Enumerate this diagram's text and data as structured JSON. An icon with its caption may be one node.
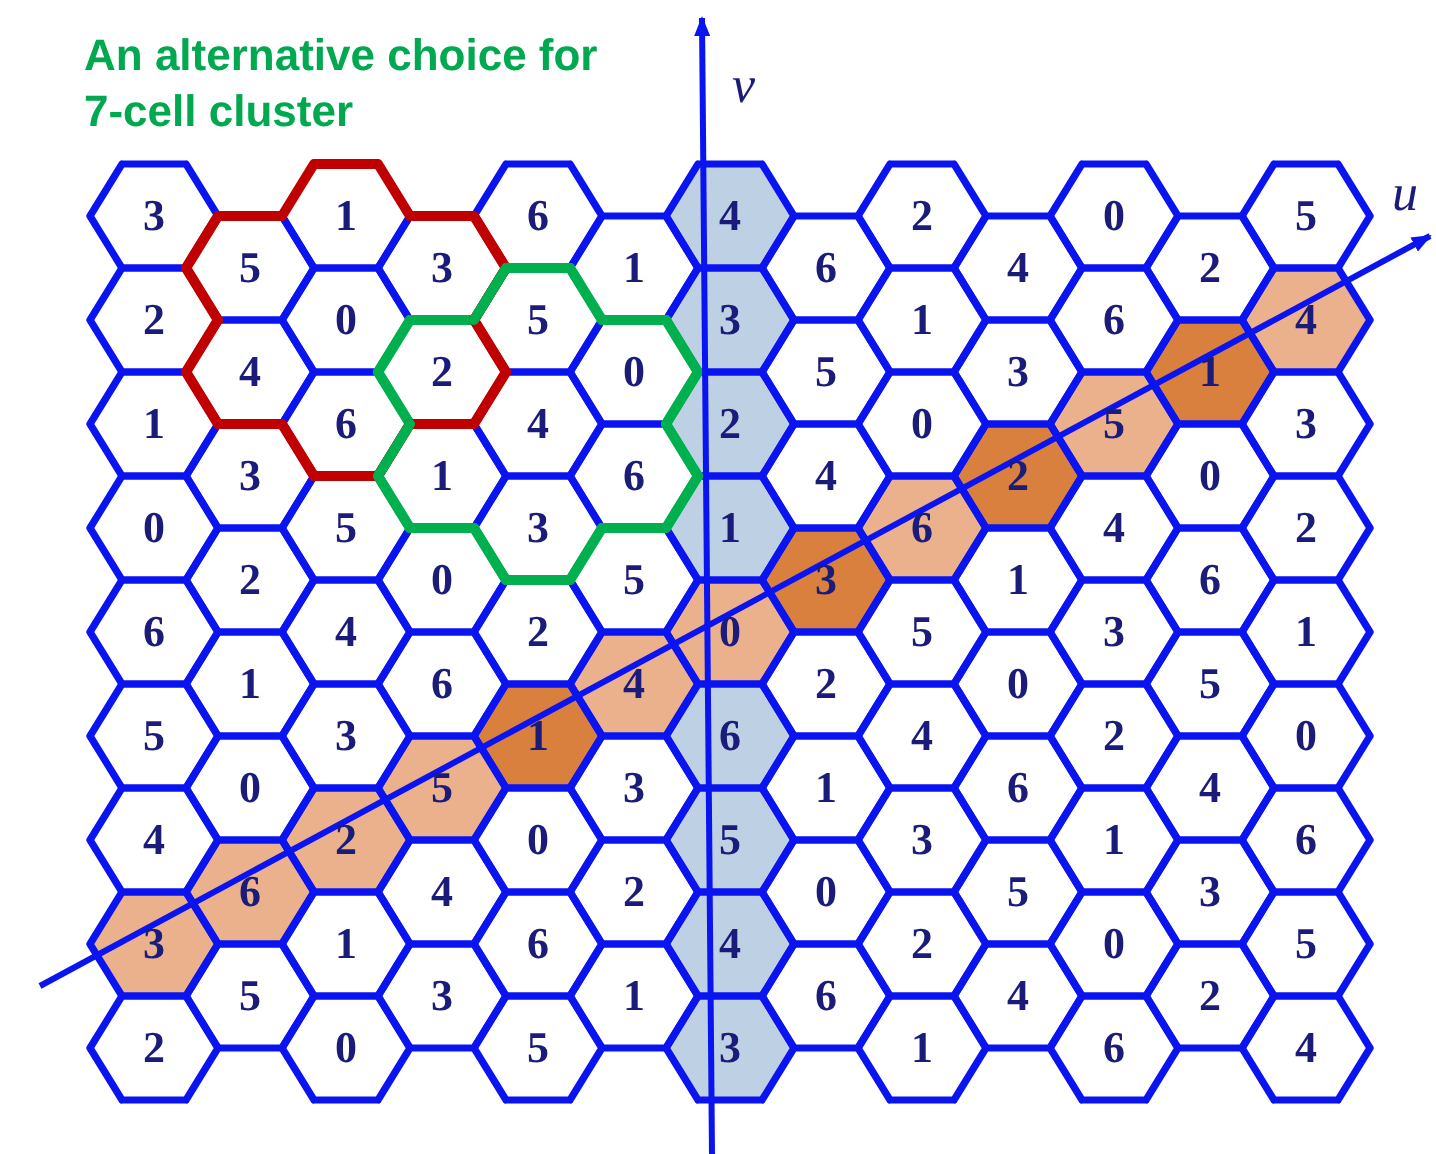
{
  "diagram": {
    "title": "An alternative choice for 7-cell cluster",
    "nodes": [
      {
        "text": [
          "3"
        ]
      },
      {
        "text": [
          "2"
        ]
      },
      {
        "text": [
          "1"
        ]
      },
      {
        "text": [
          "0"
        ]
      },
      {
        "text": [
          "6"
        ]
      },
      {
        "text": [
          "5"
        ]
      },
      {
        "text": [
          "4"
        ]
      },
      {
        "text": [
          "3"
        ]
      },
      {
        "text": [
          "2"
        ]
      },
      {
        "text": [
          "5"
        ]
      },
      {
        "text": [
          "4"
        ]
      },
      {
        "text": [
          "3"
        ]
      },
      {
        "text": [
          "2"
        ]
      },
      {
        "text": [
          "1"
        ]
      },
      {
        "text": [
          "0"
        ]
      },
      {
        "text": [
          "6"
        ]
      },
      {
        "text": [
          "5"
        ]
      },
      {
        "text": [
          "1"
        ]
      },
      {
        "text": [
          "0"
        ]
      },
      {
        "text": [
          "6"
        ]
      },
      {
        "text": [
          "5"
        ]
      },
      {
        "text": [
          "4"
        ]
      },
      {
        "text": [
          "3"
        ]
      },
      {
        "text": [
          "2"
        ]
      },
      {
        "text": [
          "1"
        ]
      },
      {
        "text": [
          "0"
        ]
      },
      {
        "text": [
          "3"
        ]
      },
      {
        "text": [
          "2"
        ]
      },
      {
        "text": [
          "1"
        ]
      },
      {
        "text": [
          "0"
        ]
      },
      {
        "text": [
          "6"
        ]
      },
      {
        "text": [
          "5"
        ]
      },
      {
        "text": [
          "4"
        ]
      },
      {
        "text": [
          "3"
        ]
      },
      {
        "text": [
          "6"
        ]
      },
      {
        "text": [
          "5"
        ]
      },
      {
        "text": [
          "4"
        ]
      },
      {
        "text": [
          "3"
        ]
      },
      {
        "text": [
          "2"
        ]
      },
      {
        "text": [
          "1"
        ]
      },
      {
        "text": [
          "0"
        ]
      },
      {
        "text": [
          "6"
        ]
      },
      {
        "text": [
          "5"
        ]
      },
      {
        "text": [
          "1"
        ]
      },
      {
        "text": [
          "0"
        ]
      },
      {
        "text": [
          "6"
        ]
      },
      {
        "text": [
          "5"
        ]
      },
      {
        "text": [
          "4"
        ]
      },
      {
        "text": [
          "3"
        ]
      },
      {
        "text": [
          "2"
        ]
      },
      {
        "text": [
          "1"
        ]
      },
      {
        "text": [
          "4"
        ]
      },
      {
        "text": [
          "3"
        ]
      },
      {
        "text": [
          "2"
        ]
      },
      {
        "text": [
          "1"
        ]
      },
      {
        "text": [
          "0"
        ]
      },
      {
        "text": [
          "6"
        ]
      },
      {
        "text": [
          "5"
        ]
      },
      {
        "text": [
          "4"
        ]
      },
      {
        "text": [
          "3"
        ]
      },
      {
        "text": [
          "6"
        ]
      },
      {
        "text": [
          "5"
        ]
      },
      {
        "text": [
          "4"
        ]
      },
      {
        "text": [
          "3"
        ]
      },
      {
        "text": [
          "2"
        ]
      },
      {
        "text": [
          "1"
        ]
      },
      {
        "text": [
          "0"
        ]
      },
      {
        "text": [
          "6"
        ]
      },
      {
        "text": [
          "2"
        ]
      },
      {
        "text": [
          "1"
        ]
      },
      {
        "text": [
          "0"
        ]
      },
      {
        "text": [
          "6"
        ]
      },
      {
        "text": [
          "5"
        ]
      },
      {
        "text": [
          "4"
        ]
      },
      {
        "text": [
          "3"
        ]
      },
      {
        "text": [
          "2"
        ]
      },
      {
        "text": [
          "1"
        ]
      },
      {
        "text": [
          "4"
        ]
      },
      {
        "text": [
          "3"
        ]
      },
      {
        "text": [
          "2"
        ]
      },
      {
        "text": [
          "1"
        ]
      },
      {
        "text": [
          "0"
        ]
      },
      {
        "text": [
          "6"
        ]
      },
      {
        "text": [
          "5"
        ]
      },
      {
        "text": [
          "4"
        ]
      },
      {
        "text": [
          "0"
        ]
      },
      {
        "text": [
          "6"
        ]
      },
      {
        "text": [
          "5"
        ]
      },
      {
        "text": [
          "4"
        ]
      },
      {
        "text": [
          "3"
        ]
      },
      {
        "text": [
          "2"
        ]
      },
      {
        "text": [
          "1"
        ]
      },
      {
        "text": [
          "0"
        ]
      },
      {
        "text": [
          "6"
        ]
      },
      {
        "text": [
          "2"
        ]
      },
      {
        "text": [
          "1"
        ]
      },
      {
        "text": [
          "0"
        ]
      },
      {
        "text": [
          "6"
        ]
      },
      {
        "text": [
          "5"
        ]
      },
      {
        "text": [
          "4"
        ]
      },
      {
        "text": [
          "3"
        ]
      },
      {
        "text": [
          "2"
        ]
      },
      {
        "text": [
          "5"
        ]
      },
      {
        "text": [
          "4"
        ]
      },
      {
        "text": [
          "3"
        ]
      },
      {
        "text": [
          "2"
        ]
      },
      {
        "text": [
          "1"
        ]
      },
      {
        "text": [
          "0"
        ]
      },
      {
        "text": [
          "6"
        ]
      },
      {
        "text": [
          "5"
        ]
      },
      {
        "text": [
          "4"
        ]
      }
    ],
    "labels": [
      "v",
      "u"
    ]
  }
}
